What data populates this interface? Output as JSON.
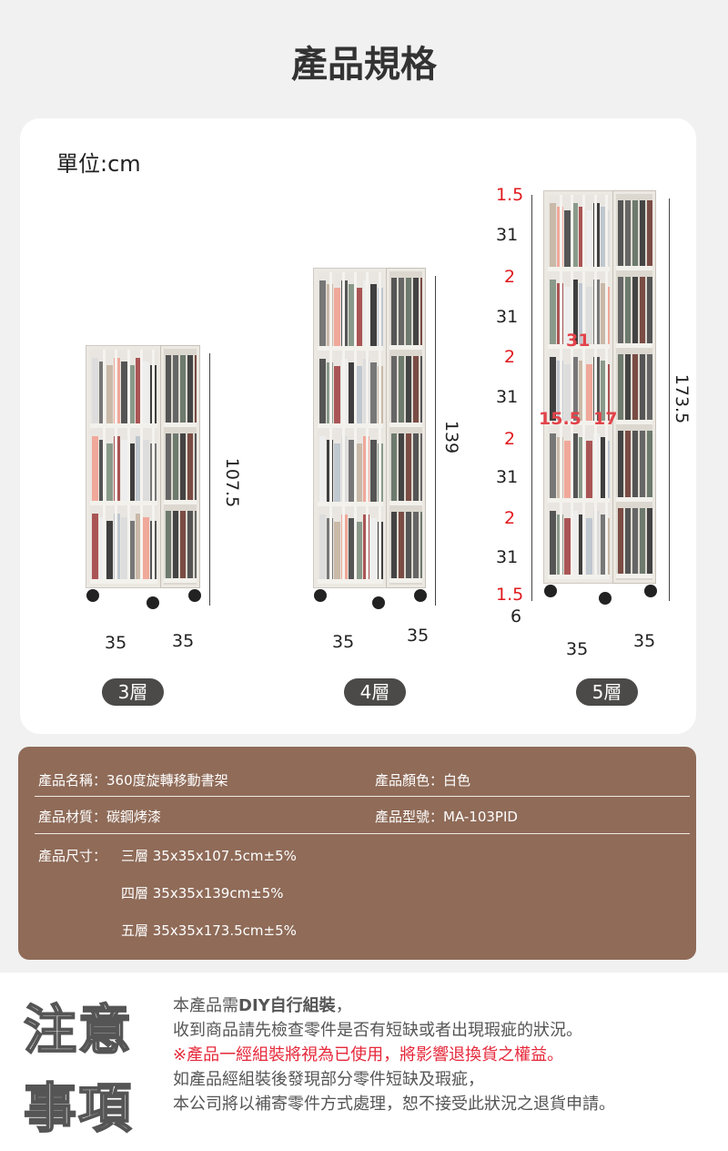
{
  "title": "產品規格",
  "unit": "單位:cm",
  "models": [
    {
      "badge": "3層",
      "height": "107.5",
      "width": "35",
      "depth": "35"
    },
    {
      "badge": "4層",
      "height": "139",
      "width": "35",
      "depth": "35"
    },
    {
      "badge": "5層",
      "height": "173.5",
      "width": "35",
      "depth": "35"
    }
  ],
  "detail_5": {
    "top": "1.5",
    "tiers": [
      "31",
      "31",
      "31",
      "31",
      "31"
    ],
    "dividers": [
      "2",
      "2",
      "2",
      "2"
    ],
    "bottom_plate": "1.5",
    "wheel": "6",
    "inner_width": "31",
    "half_left": "15.5",
    "half_right": "17"
  },
  "specs": {
    "name": "產品名稱：360度旋轉移動書架",
    "color": "產品顏色：白色",
    "material": "產品材質：碳鋼烤漆",
    "model": "產品型號：MA-103PID",
    "size_label": "產品尺寸：",
    "sizes": [
      "三層 35x35x107.5cm±5%",
      "四層 35x35x139cm±5%",
      "五層 35x35x173.5cm±5%"
    ]
  },
  "notice": {
    "heading_1": "注意",
    "heading_2": "事項",
    "line1_pre": "本產品需",
    "line1_bold": "DIY自行組裝",
    "line1_post": "，",
    "line2": "收到商品請先檢查零件是否有短缺或者出現瑕疵的狀況。",
    "line3": "※產品一經組裝將視為已使用，將影響退換貨之權益。",
    "line4": "如產品經組裝後發現部分零件短缺及瑕疵，",
    "line5": "本公司將以補寄零件方式處理，恕不接受此狀況之退貨申請。"
  }
}
